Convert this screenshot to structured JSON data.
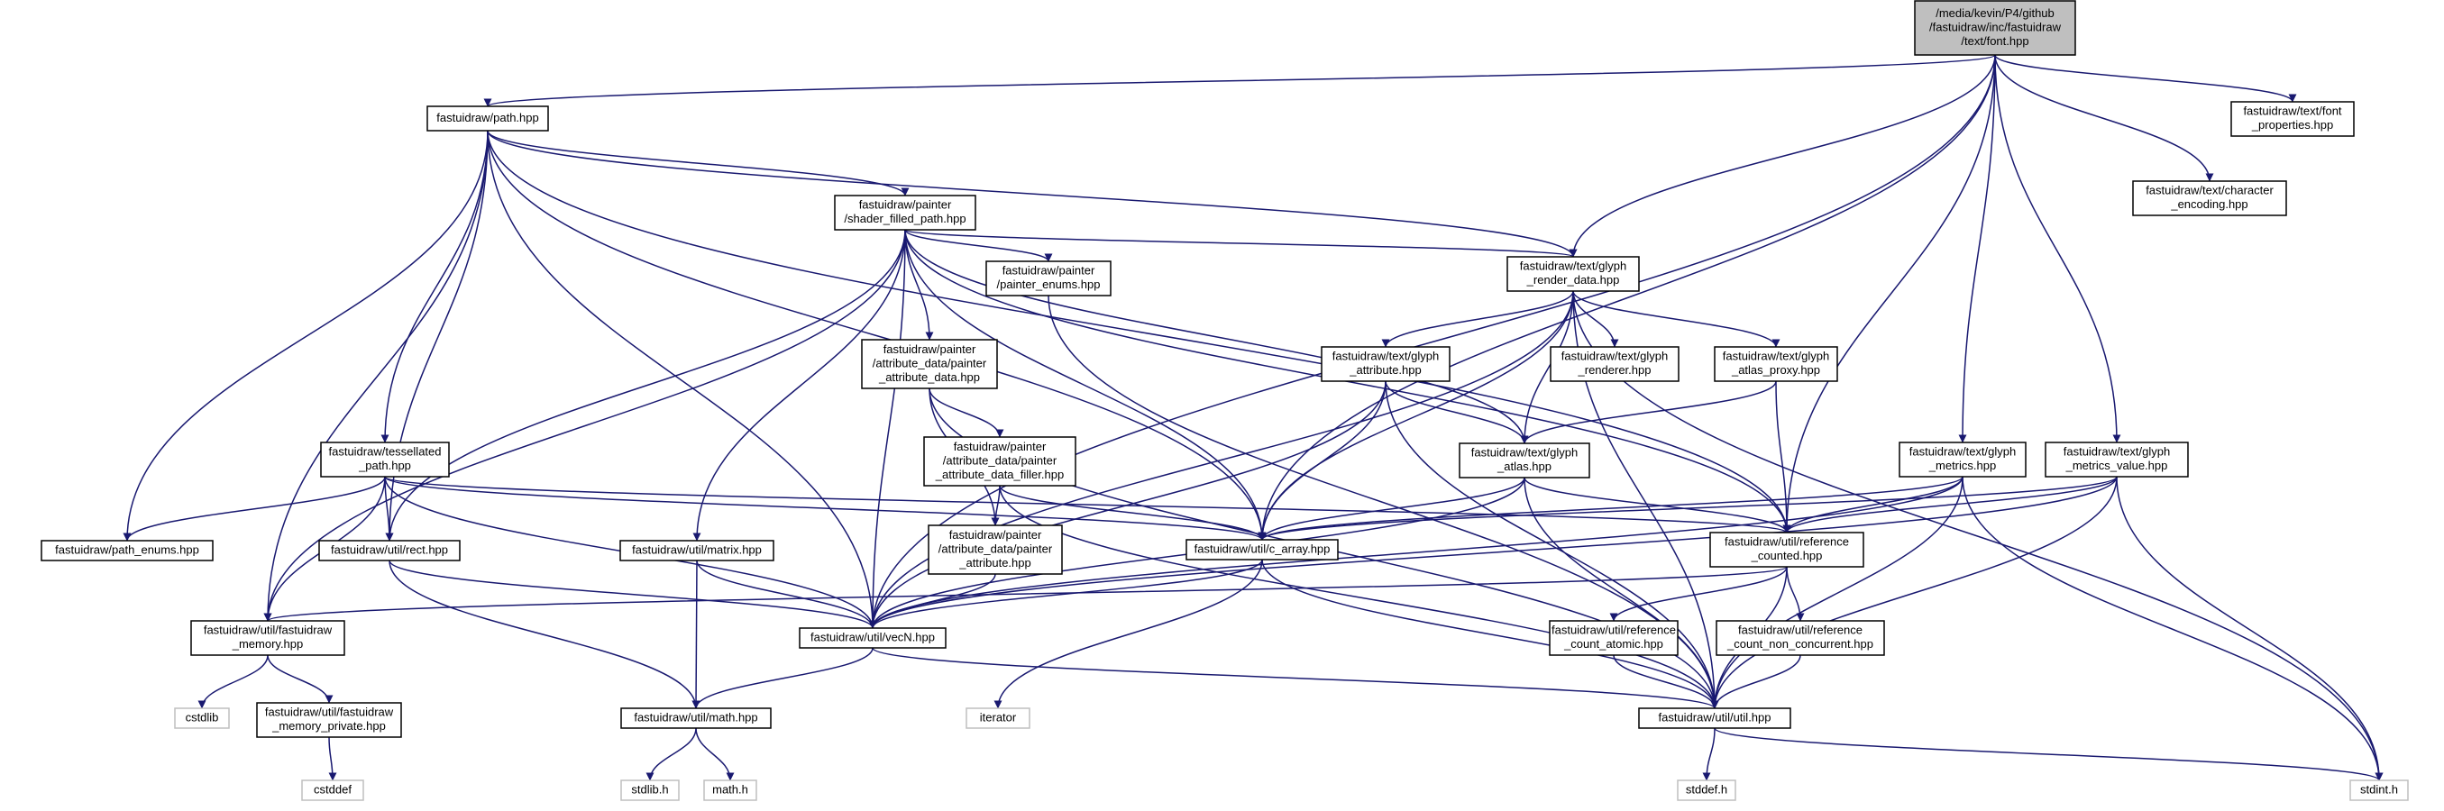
{
  "diagram": {
    "type": "include-dependency-graph",
    "colors": {
      "edge": "#191970",
      "root_fill": "#bfbfbf",
      "system_header_border": "#bfbfbf",
      "node_border": "#000000"
    },
    "nodes": [
      {
        "id": "root",
        "lines": [
          "/media/kevin/P4/github",
          "/fastuidraw/inc/fastuidraw",
          "/text/font.hpp"
        ],
        "kind": "root"
      },
      {
        "id": "path",
        "lines": [
          "fastuidraw/path.hpp"
        ],
        "kind": "file"
      },
      {
        "id": "font_props",
        "lines": [
          "fastuidraw/text/font",
          "_properties.hpp"
        ],
        "kind": "file"
      },
      {
        "id": "char_enc",
        "lines": [
          "fastuidraw/text/character",
          "_encoding.hpp"
        ],
        "kind": "file"
      },
      {
        "id": "shader_filled",
        "lines": [
          "fastuidraw/painter",
          "/shader_filled_path.hpp"
        ],
        "kind": "file"
      },
      {
        "id": "painter_enums",
        "lines": [
          "fastuidraw/painter",
          "/painter_enums.hpp"
        ],
        "kind": "file"
      },
      {
        "id": "glyph_render",
        "lines": [
          "fastuidraw/text/glyph",
          "_render_data.hpp"
        ],
        "kind": "file"
      },
      {
        "id": "attr_data",
        "lines": [
          "fastuidraw/painter",
          "/attribute_data/painter",
          "_attribute_data.hpp"
        ],
        "kind": "file"
      },
      {
        "id": "glyph_attr",
        "lines": [
          "fastuidraw/text/glyph",
          "_attribute.hpp"
        ],
        "kind": "file"
      },
      {
        "id": "glyph_renderer",
        "lines": [
          "fastuidraw/text/glyph",
          "_renderer.hpp"
        ],
        "kind": "file"
      },
      {
        "id": "glyph_atlas_proxy",
        "lines": [
          "fastuidraw/text/glyph",
          "_atlas_proxy.hpp"
        ],
        "kind": "file"
      },
      {
        "id": "attr_filler",
        "lines": [
          "fastuidraw/painter",
          "/attribute_data/painter",
          "_attribute_data_filler.hpp"
        ],
        "kind": "file"
      },
      {
        "id": "tess_path",
        "lines": [
          "fastuidraw/tessellated",
          "_path.hpp"
        ],
        "kind": "file"
      },
      {
        "id": "glyph_atlas",
        "lines": [
          "fastuidraw/text/glyph",
          "_atlas.hpp"
        ],
        "kind": "file"
      },
      {
        "id": "glyph_metrics",
        "lines": [
          "fastuidraw/text/glyph",
          "_metrics.hpp"
        ],
        "kind": "file"
      },
      {
        "id": "glyph_metrics_value",
        "lines": [
          "fastuidraw/text/glyph",
          "_metrics_value.hpp"
        ],
        "kind": "file"
      },
      {
        "id": "path_enums",
        "lines": [
          "fastuidraw/path_enums.hpp"
        ],
        "kind": "file"
      },
      {
        "id": "rect",
        "lines": [
          "fastuidraw/util/rect.hpp"
        ],
        "kind": "file"
      },
      {
        "id": "matrix",
        "lines": [
          "fastuidraw/util/matrix.hpp"
        ],
        "kind": "file"
      },
      {
        "id": "painter_attr",
        "lines": [
          "fastuidraw/painter",
          "/attribute_data/painter",
          "_attribute.hpp"
        ],
        "kind": "file"
      },
      {
        "id": "c_array",
        "lines": [
          "fastuidraw/util/c_array.hpp"
        ],
        "kind": "file"
      },
      {
        "id": "ref_counted",
        "lines": [
          "fastuidraw/util/reference",
          "_counted.hpp"
        ],
        "kind": "file"
      },
      {
        "id": "fd_memory",
        "lines": [
          "fastuidraw/util/fastuidraw",
          "_memory.hpp"
        ],
        "kind": "file"
      },
      {
        "id": "vecn",
        "lines": [
          "fastuidraw/util/vecN.hpp"
        ],
        "kind": "file"
      },
      {
        "id": "rc_atomic",
        "lines": [
          "fastuidraw/util/reference",
          "_count_atomic.hpp"
        ],
        "kind": "file"
      },
      {
        "id": "rc_nonconc",
        "lines": [
          "fastuidraw/util/reference",
          "_count_non_concurrent.hpp"
        ],
        "kind": "file"
      },
      {
        "id": "cstdlib",
        "lines": [
          "cstdlib"
        ],
        "kind": "system"
      },
      {
        "id": "fd_mem_private",
        "lines": [
          "fastuidraw/util/fastuidraw",
          "_memory_private.hpp"
        ],
        "kind": "file"
      },
      {
        "id": "math",
        "lines": [
          "fastuidraw/util/math.hpp"
        ],
        "kind": "file"
      },
      {
        "id": "iterator",
        "lines": [
          "iterator"
        ],
        "kind": "system"
      },
      {
        "id": "util",
        "lines": [
          "fastuidraw/util/util.hpp"
        ],
        "kind": "file"
      },
      {
        "id": "cstddef",
        "lines": [
          "cstddef"
        ],
        "kind": "system"
      },
      {
        "id": "stdlib_h",
        "lines": [
          "stdlib.h"
        ],
        "kind": "system"
      },
      {
        "id": "math_h",
        "lines": [
          "math.h"
        ],
        "kind": "system"
      },
      {
        "id": "stddef_h",
        "lines": [
          "stddef.h"
        ],
        "kind": "system"
      },
      {
        "id": "stdint_h",
        "lines": [
          "stdint.h"
        ],
        "kind": "system"
      }
    ],
    "edges": [
      [
        "root",
        "path"
      ],
      [
        "root",
        "font_props"
      ],
      [
        "root",
        "char_enc"
      ],
      [
        "root",
        "glyph_render"
      ],
      [
        "root",
        "glyph_metrics"
      ],
      [
        "root",
        "glyph_metrics_value"
      ],
      [
        "root",
        "vecn"
      ],
      [
        "root",
        "c_array"
      ],
      [
        "root",
        "ref_counted"
      ],
      [
        "path",
        "shader_filled"
      ],
      [
        "path",
        "tess_path"
      ],
      [
        "path",
        "path_enums"
      ],
      [
        "path",
        "rect"
      ],
      [
        "path",
        "fd_memory"
      ],
      [
        "path",
        "vecn"
      ],
      [
        "path",
        "c_array"
      ],
      [
        "path",
        "ref_counted"
      ],
      [
        "path",
        "glyph_render"
      ],
      [
        "shader_filled",
        "painter_enums"
      ],
      [
        "shader_filled",
        "glyph_render"
      ],
      [
        "shader_filled",
        "attr_data"
      ],
      [
        "shader_filled",
        "matrix"
      ],
      [
        "shader_filled",
        "rect"
      ],
      [
        "shader_filled",
        "fd_memory"
      ],
      [
        "shader_filled",
        "vecn"
      ],
      [
        "shader_filled",
        "c_array"
      ],
      [
        "shader_filled",
        "glyph_atlas"
      ],
      [
        "shader_filled",
        "ref_counted"
      ],
      [
        "painter_enums",
        "util"
      ],
      [
        "glyph_render",
        "glyph_attr"
      ],
      [
        "glyph_render",
        "glyph_renderer"
      ],
      [
        "glyph_render",
        "glyph_atlas_proxy"
      ],
      [
        "glyph_render",
        "glyph_atlas"
      ],
      [
        "glyph_render",
        "c_array"
      ],
      [
        "glyph_render",
        "vecn"
      ],
      [
        "glyph_render",
        "util"
      ],
      [
        "glyph_render",
        "stdint_h"
      ],
      [
        "attr_data",
        "attr_filler"
      ],
      [
        "attr_data",
        "painter_attr"
      ],
      [
        "attr_data",
        "util"
      ],
      [
        "glyph_attr",
        "glyph_atlas"
      ],
      [
        "glyph_attr",
        "c_array"
      ],
      [
        "glyph_attr",
        "vecn"
      ],
      [
        "glyph_attr",
        "util"
      ],
      [
        "glyph_atlas_proxy",
        "glyph_atlas"
      ],
      [
        "glyph_atlas_proxy",
        "ref_counted"
      ],
      [
        "attr_filler",
        "painter_attr"
      ],
      [
        "attr_filler",
        "c_array"
      ],
      [
        "attr_filler",
        "util"
      ],
      [
        "tess_path",
        "path_enums"
      ],
      [
        "tess_path",
        "rect"
      ],
      [
        "tess_path",
        "fd_memory"
      ],
      [
        "tess_path",
        "vecn"
      ],
      [
        "tess_path",
        "c_array"
      ],
      [
        "tess_path",
        "ref_counted"
      ],
      [
        "glyph_atlas",
        "c_array"
      ],
      [
        "glyph_atlas",
        "ref_counted"
      ],
      [
        "glyph_atlas",
        "vecn"
      ],
      [
        "glyph_atlas",
        "util"
      ],
      [
        "glyph_metrics",
        "c_array"
      ],
      [
        "glyph_metrics",
        "ref_counted"
      ],
      [
        "glyph_metrics",
        "vecn"
      ],
      [
        "glyph_metrics",
        "util"
      ],
      [
        "glyph_metrics",
        "stdint_h"
      ],
      [
        "glyph_metrics_value",
        "c_array"
      ],
      [
        "glyph_metrics_value",
        "ref_counted"
      ],
      [
        "glyph_metrics_value",
        "vecn"
      ],
      [
        "glyph_metrics_value",
        "util"
      ],
      [
        "glyph_metrics_value",
        "stdint_h"
      ],
      [
        "rect",
        "vecn"
      ],
      [
        "rect",
        "math"
      ],
      [
        "matrix",
        "vecn"
      ],
      [
        "matrix",
        "math"
      ],
      [
        "painter_attr",
        "vecn"
      ],
      [
        "c_array",
        "vecn"
      ],
      [
        "c_array",
        "iterator"
      ],
      [
        "c_array",
        "util"
      ],
      [
        "ref_counted",
        "fd_memory"
      ],
      [
        "ref_counted",
        "rc_atomic"
      ],
      [
        "ref_counted",
        "rc_nonconc"
      ],
      [
        "ref_counted",
        "util"
      ],
      [
        "fd_memory",
        "cstdlib"
      ],
      [
        "fd_memory",
        "fd_mem_private"
      ],
      [
        "fd_mem_private",
        "cstddef"
      ],
      [
        "vecn",
        "math"
      ],
      [
        "vecn",
        "util"
      ],
      [
        "rc_atomic",
        "util"
      ],
      [
        "rc_nonconc",
        "util"
      ],
      [
        "math",
        "stdlib_h"
      ],
      [
        "math",
        "math_h"
      ],
      [
        "util",
        "stddef_h"
      ],
      [
        "util",
        "stdint_h"
      ]
    ]
  }
}
